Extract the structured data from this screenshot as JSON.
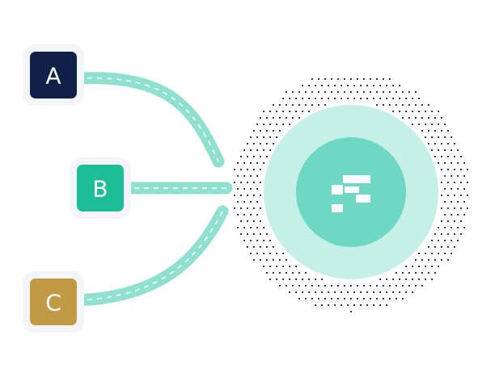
{
  "nodes": [
    {
      "id": "a",
      "label": "A",
      "color": "#0f2147"
    },
    {
      "id": "b",
      "label": "B",
      "color": "#1dbd96"
    },
    {
      "id": "c",
      "label": "C",
      "color": "#c29a45"
    }
  ],
  "hub": {
    "icon": "flow-merge-icon",
    "outer_color": "#c6efe6",
    "inner_color": "#6ed8c5",
    "icon_color": "#ffffff"
  },
  "connector_color": "#8fe0cf",
  "dash_color": "#ffffff",
  "dot_color": "#1f2e4d"
}
